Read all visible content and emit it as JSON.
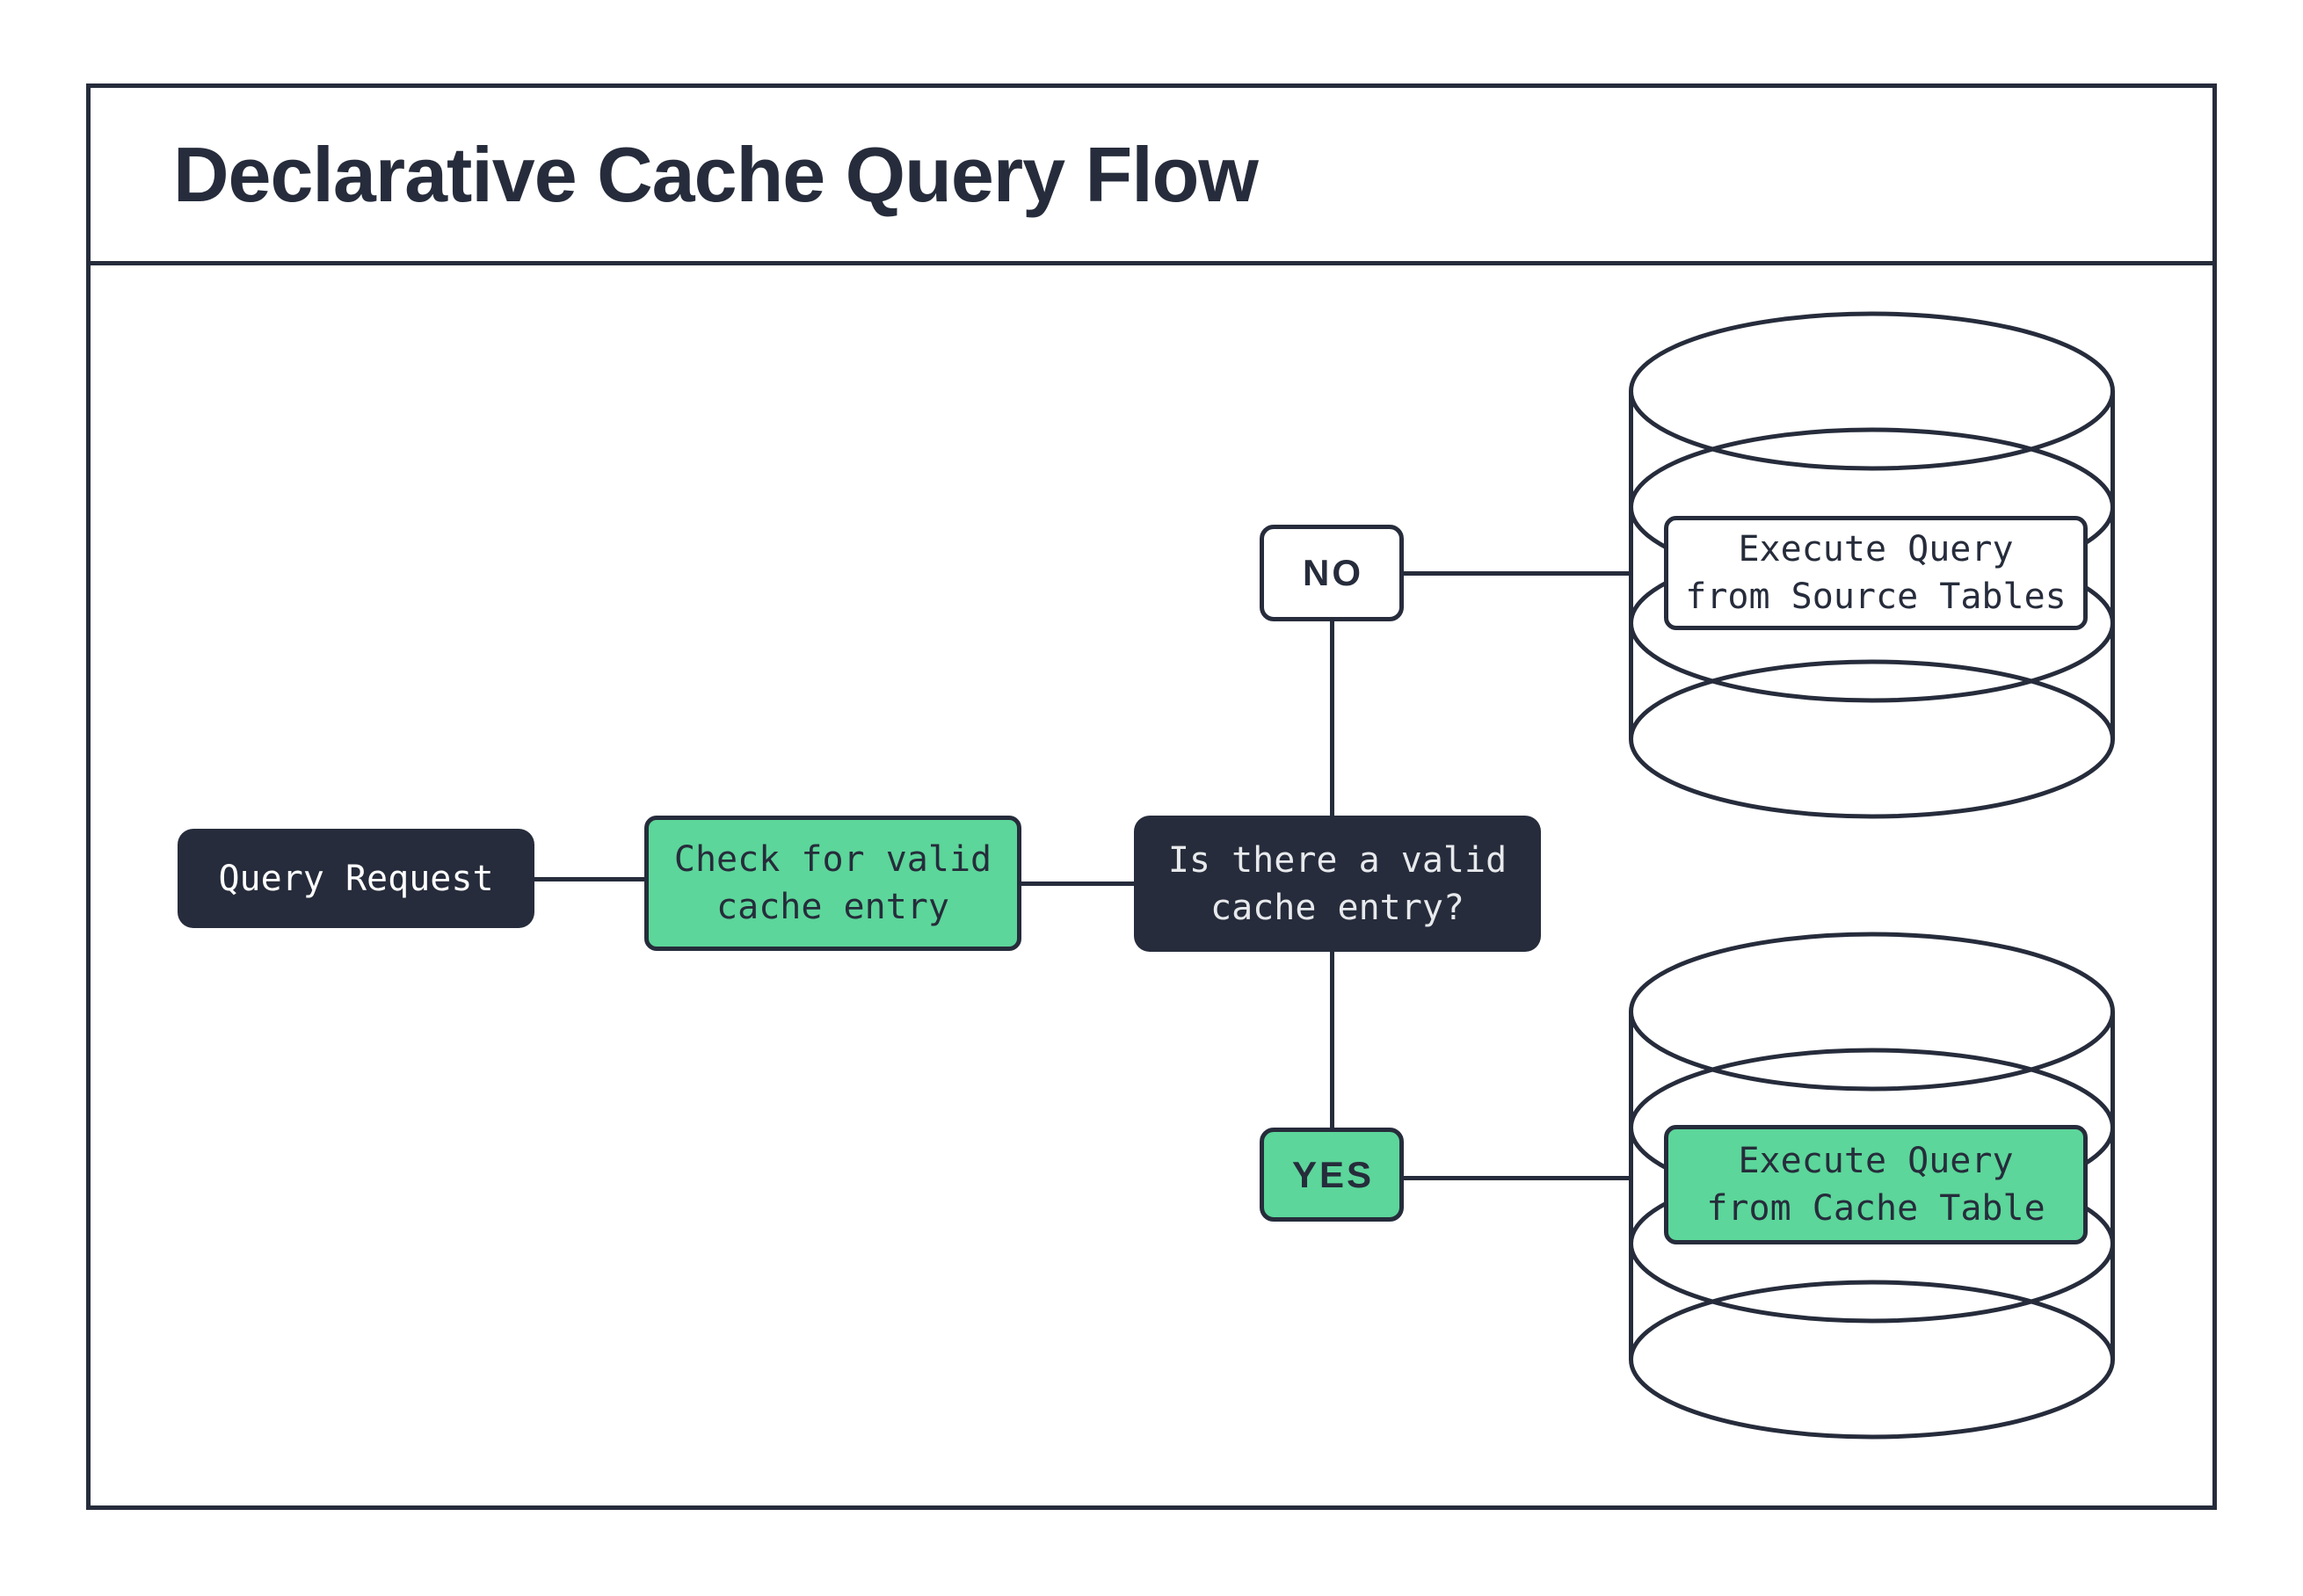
{
  "title": "Declarative Cache Query Flow",
  "palette": {
    "ink": "#262c3b",
    "green": "#5cd69a",
    "paper": "#ffffff",
    "decision_text": "#e7e9ec"
  },
  "nodes": {
    "query_request": {
      "label": "Query Request"
    },
    "check_cache": {
      "label": "Check for valid\ncache entry"
    },
    "decision": {
      "label": "Is there a valid\ncache entry?"
    },
    "branch_no": {
      "label": "NO"
    },
    "branch_yes": {
      "label": "YES"
    },
    "source_db": {
      "label": "Execute Query\nfrom Source Tables"
    },
    "cache_db": {
      "label": "Execute Query\nfrom Cache Table"
    }
  }
}
